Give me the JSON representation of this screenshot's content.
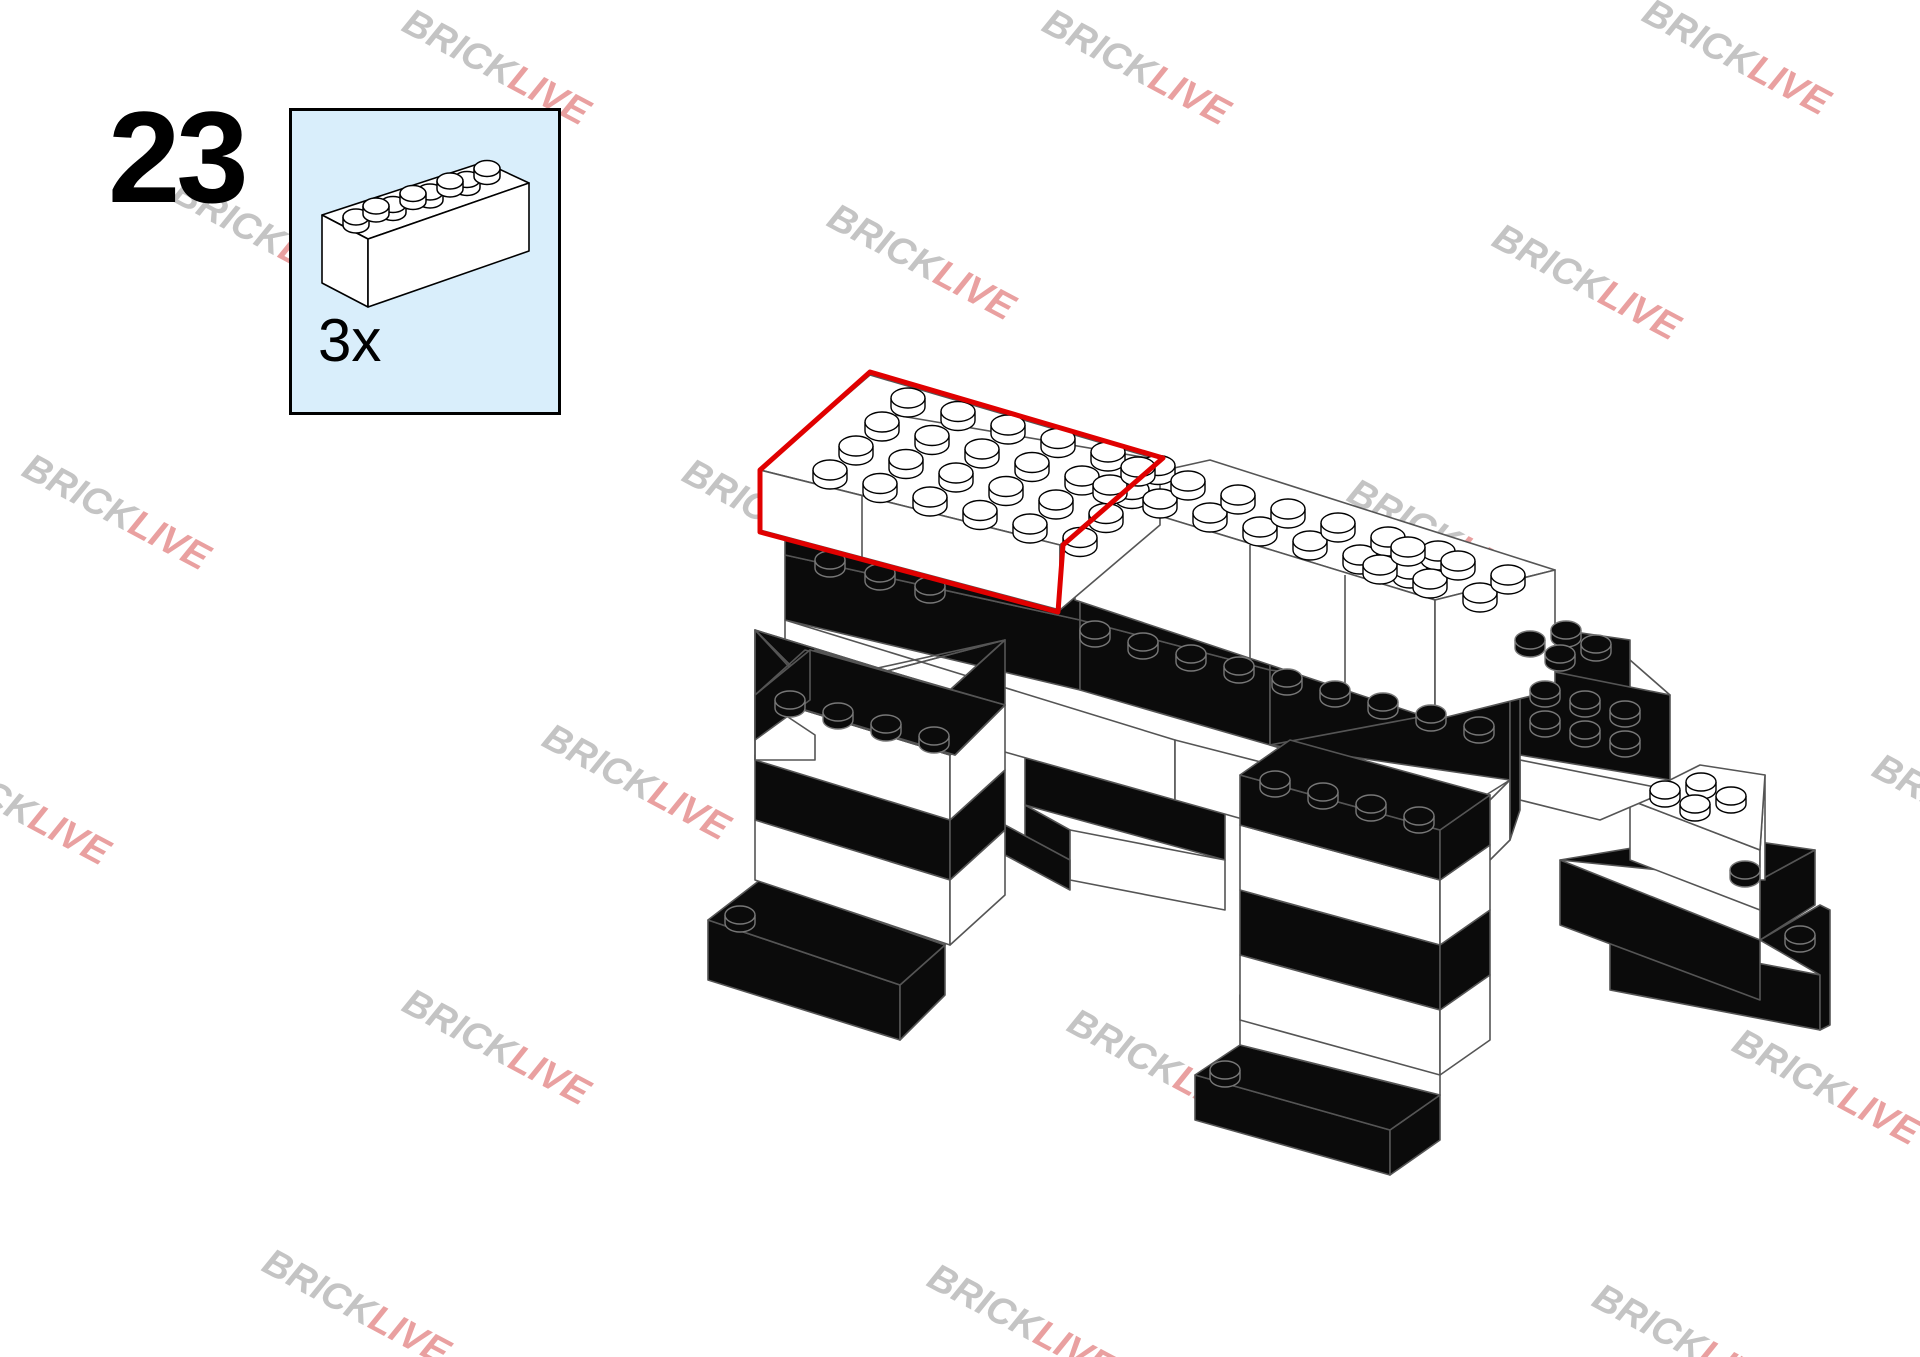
{
  "step": {
    "number": "23"
  },
  "parts": [
    {
      "name": "white 2x4 brick",
      "quantity": "3x",
      "color": "#ffffff"
    }
  ],
  "watermark": {
    "brick": "BRICK",
    "live": "LIVE",
    "brick_color": "#c4c4c4",
    "live_color": "#e9a0a0"
  },
  "colors": {
    "panel_background": "#d9eefb",
    "highlight": "#e00000",
    "dark_brick": "#0b0b0b",
    "light_brick": "#ffffff"
  }
}
